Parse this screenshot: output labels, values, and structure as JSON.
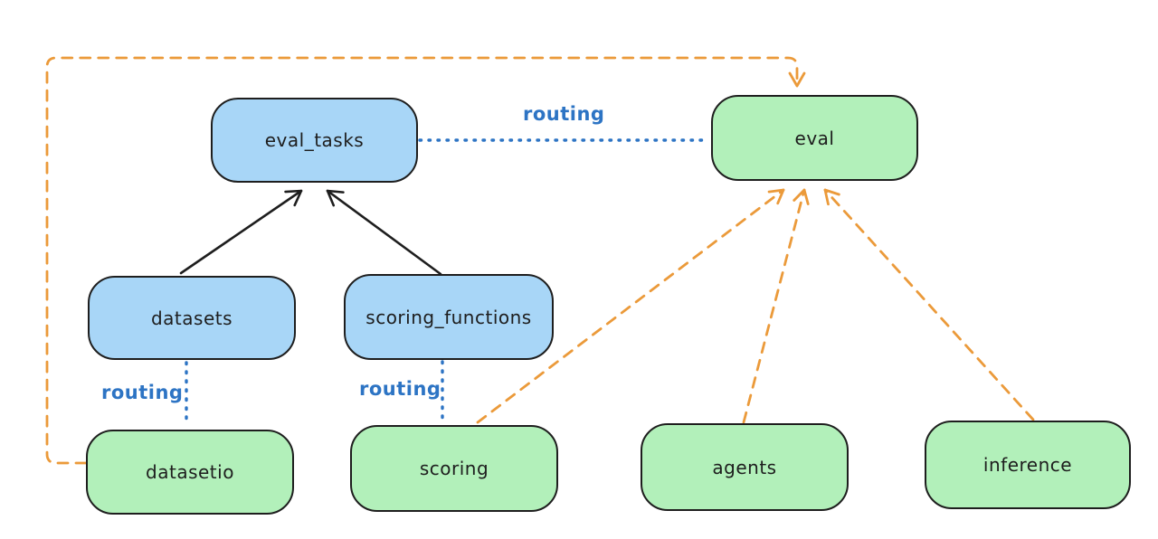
{
  "diagram": {
    "colors": {
      "node_blue_fill": "#a8d6f7",
      "node_green_fill": "#b2f0ba",
      "node_border": "#1e1e1e",
      "routing_blue": "#2d74c4",
      "arrow_black": "#1e1e1e",
      "arrow_orange": "#eb9a3a",
      "canvas_bg": "#ffffff"
    },
    "nodes": [
      {
        "id": "eval_tasks",
        "label": "eval_tasks",
        "color": "blue"
      },
      {
        "id": "eval",
        "label": "eval",
        "color": "green"
      },
      {
        "id": "datasets",
        "label": "datasets",
        "color": "blue"
      },
      {
        "id": "scoring_functions",
        "label": "scoring_functions",
        "color": "blue"
      },
      {
        "id": "datasetio",
        "label": "datasetio",
        "color": "green"
      },
      {
        "id": "scoring",
        "label": "scoring",
        "color": "green"
      },
      {
        "id": "agents",
        "label": "agents",
        "color": "green"
      },
      {
        "id": "inference",
        "label": "inference",
        "color": "green"
      }
    ],
    "edge_labels": [
      {
        "id": "routing-eval_tasks-eval",
        "text": "routing"
      },
      {
        "id": "routing-datasets-datasetio",
        "text": "routing"
      },
      {
        "id": "routing-scoring_functions-scoring",
        "text": "routing"
      }
    ],
    "edges": [
      {
        "from": "datasets",
        "to": "eval_tasks",
        "style": "solid-black-arrow"
      },
      {
        "from": "scoring_functions",
        "to": "eval_tasks",
        "style": "solid-black-arrow"
      },
      {
        "from": "eval_tasks",
        "to": "eval",
        "style": "dotted-blue",
        "label": "routing"
      },
      {
        "from": "datasets",
        "to": "datasetio",
        "style": "dotted-blue",
        "label": "routing"
      },
      {
        "from": "scoring_functions",
        "to": "scoring",
        "style": "dotted-blue",
        "label": "routing"
      },
      {
        "from": "datasetio",
        "to": "eval",
        "style": "dashed-orange-arrow"
      },
      {
        "from": "scoring",
        "to": "eval",
        "style": "dashed-orange-arrow"
      },
      {
        "from": "agents",
        "to": "eval",
        "style": "dashed-orange-arrow"
      },
      {
        "from": "inference",
        "to": "eval",
        "style": "dashed-orange-arrow"
      }
    ]
  }
}
